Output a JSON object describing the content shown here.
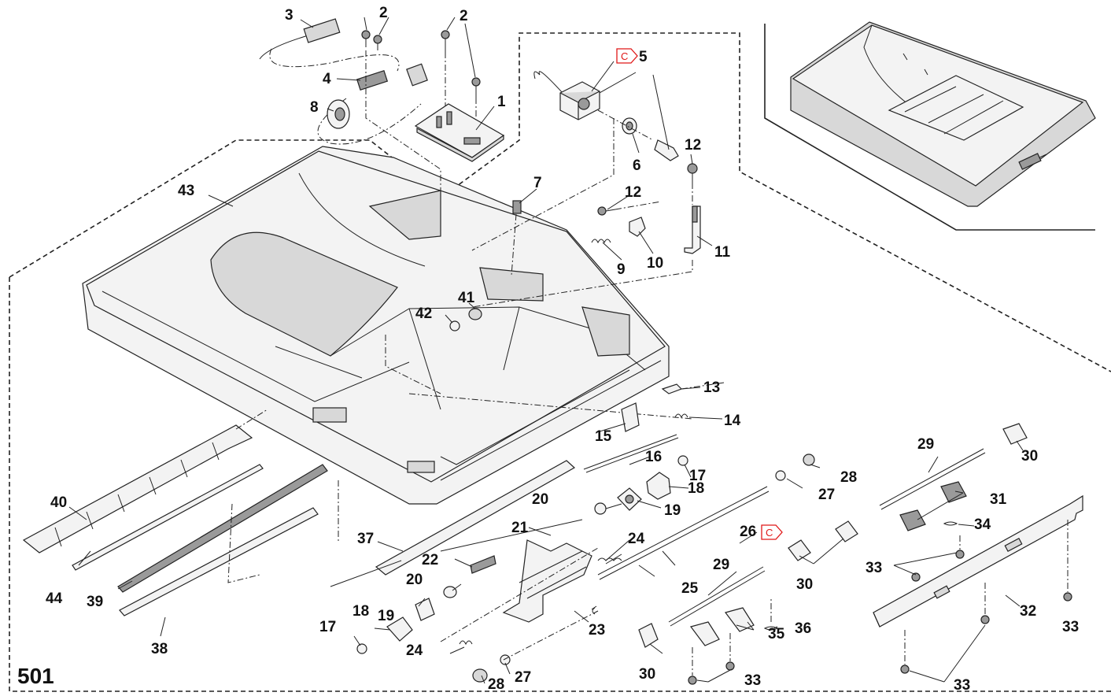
{
  "diagram": {
    "figure_number": "501",
    "caution_mark": "C",
    "callouts": [
      {
        "id": "c1",
        "text": "1"
      },
      {
        "id": "c2a",
        "text": "2"
      },
      {
        "id": "c2b",
        "text": "2"
      },
      {
        "id": "c3",
        "text": "3"
      },
      {
        "id": "c4",
        "text": "4"
      },
      {
        "id": "c5",
        "text": "5"
      },
      {
        "id": "c6",
        "text": "6"
      },
      {
        "id": "c7",
        "text": "7"
      },
      {
        "id": "c8",
        "text": "8"
      },
      {
        "id": "c9",
        "text": "9"
      },
      {
        "id": "c10",
        "text": "10"
      },
      {
        "id": "c11",
        "text": "11"
      },
      {
        "id": "c12a",
        "text": "12"
      },
      {
        "id": "c12b",
        "text": "12"
      },
      {
        "id": "c13",
        "text": "13"
      },
      {
        "id": "c14",
        "text": "14"
      },
      {
        "id": "c15",
        "text": "15"
      },
      {
        "id": "c16",
        "text": "16"
      },
      {
        "id": "c17a",
        "text": "17"
      },
      {
        "id": "c17b",
        "text": "17"
      },
      {
        "id": "c18a",
        "text": "18"
      },
      {
        "id": "c18b",
        "text": "18"
      },
      {
        "id": "c19a",
        "text": "19"
      },
      {
        "id": "c19b",
        "text": "19"
      },
      {
        "id": "c20a",
        "text": "20"
      },
      {
        "id": "c20b",
        "text": "20"
      },
      {
        "id": "c21",
        "text": "21"
      },
      {
        "id": "c22",
        "text": "22"
      },
      {
        "id": "c23",
        "text": "23"
      },
      {
        "id": "c24a",
        "text": "24"
      },
      {
        "id": "c24b",
        "text": "24"
      },
      {
        "id": "c25",
        "text": "25"
      },
      {
        "id": "c26",
        "text": "26"
      },
      {
        "id": "c27a",
        "text": "27"
      },
      {
        "id": "c27b",
        "text": "27"
      },
      {
        "id": "c28a",
        "text": "28"
      },
      {
        "id": "c28b",
        "text": "28"
      },
      {
        "id": "c29a",
        "text": "29"
      },
      {
        "id": "c29b",
        "text": "29"
      },
      {
        "id": "c30a",
        "text": "30"
      },
      {
        "id": "c30b",
        "text": "30"
      },
      {
        "id": "c30c",
        "text": "30"
      },
      {
        "id": "c31",
        "text": "31"
      },
      {
        "id": "c32",
        "text": "32"
      },
      {
        "id": "c33a",
        "text": "33"
      },
      {
        "id": "c33b",
        "text": "33"
      },
      {
        "id": "c33c",
        "text": "33"
      },
      {
        "id": "c33d",
        "text": "33"
      },
      {
        "id": "c34",
        "text": "34"
      },
      {
        "id": "c35",
        "text": "35"
      },
      {
        "id": "c36",
        "text": "36"
      },
      {
        "id": "c37",
        "text": "37"
      },
      {
        "id": "c38",
        "text": "38"
      },
      {
        "id": "c39",
        "text": "39"
      },
      {
        "id": "c40",
        "text": "40"
      },
      {
        "id": "c41",
        "text": "41"
      },
      {
        "id": "c42",
        "text": "42"
      },
      {
        "id": "c43",
        "text": "43"
      },
      {
        "id": "c44",
        "text": "44"
      }
    ]
  }
}
